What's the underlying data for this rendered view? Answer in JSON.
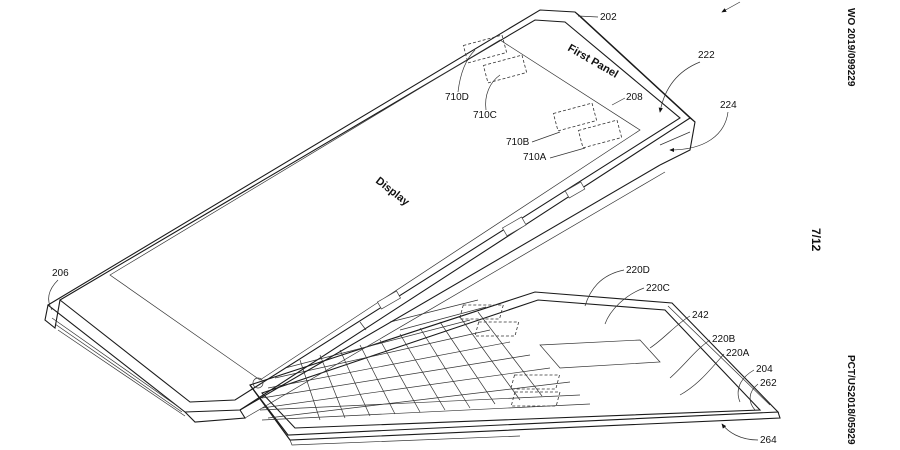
{
  "header": {
    "publication_number": "WO 2019/099229"
  },
  "sheet": {
    "number": "7/12"
  },
  "footer": {
    "application_number": "PCT/US2018/05929"
  },
  "regions": {
    "display": "Display",
    "first_panel": "First Panel"
  },
  "refs": {
    "r202": "202",
    "r204": "204",
    "r206": "206",
    "r208": "208",
    "r222": "222",
    "r224": "224",
    "r242": "242",
    "r262": "262",
    "r264": "264",
    "r710A": "710A",
    "r710B": "710B",
    "r710C": "710C",
    "r710D": "710D",
    "r220A": "220A",
    "r220B": "220B",
    "r220C": "220C",
    "r220D": "220D"
  }
}
